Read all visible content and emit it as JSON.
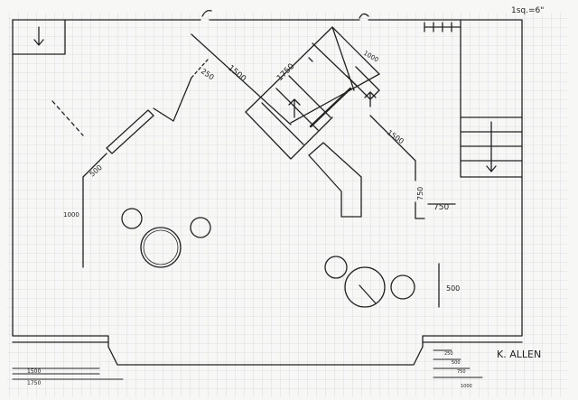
{
  "drawing": {
    "scale_note": "1sq.=6\"",
    "author": "K. ALLEN"
  },
  "dimensions": {
    "d_250": "250",
    "d_1500_top": "1500",
    "d_1750_top": "1750",
    "d_1000_top": "1000",
    "d_1500_right": "1500",
    "d_500_left": "500",
    "d_1000_left": "1000",
    "d_750_vertical": "750",
    "d_750_horizontal": "750",
    "d_500_right": "500",
    "d_1500_bottom": "1500",
    "d_1750_bottom": "1750",
    "d_250_bottom": "250",
    "d_500_bottom": "500",
    "d_750_bottom": "750",
    "d_1000_bottom": "1000"
  },
  "colors": {
    "grid": "#c9ccd0",
    "ink": "#222222",
    "paper": "#f7f7f5"
  }
}
